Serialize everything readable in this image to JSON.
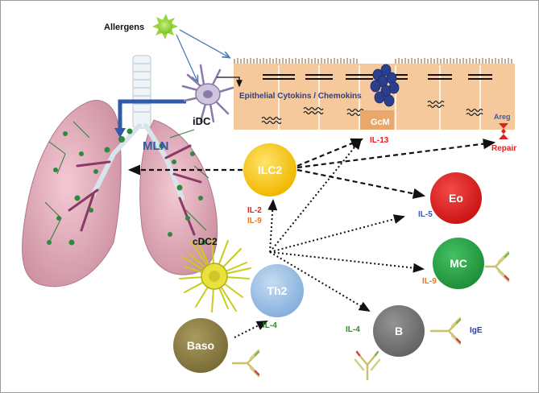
{
  "labels": {
    "allergens": "Allergens",
    "idc": "iDC",
    "mln": "MLN",
    "epithelial_cytokines": "Epithelial Cytokins / Chemokins",
    "gcm": "GcM",
    "areg": "Areg",
    "repair": "Repair",
    "cdc2": "cDC2"
  },
  "cells": {
    "ilc2": "ILC2",
    "th2": "Th2",
    "baso": "Baso",
    "eo": "Eo",
    "mc": "MC",
    "b": "B"
  },
  "cytokines": {
    "il13": "IL-13",
    "il2": "IL-2",
    "il9_ilc2": "IL-9",
    "il5": "IL-5",
    "il9_mc": "IL-9",
    "il4_th2": "IL-4",
    "il4_b": "IL-4",
    "ige": "IgE"
  },
  "colors": {
    "ilc2": "#f6c81b",
    "th2": "#9cc2e5",
    "baso": "#8c7e45",
    "eo": "#e02020",
    "mc": "#27a446",
    "b": "#7a7a7a",
    "epithelium": "#f5c99b",
    "il13": "#e02020",
    "il2": "#e02020",
    "il9": "#e07a1a",
    "il5": "#3a5aa8",
    "il4": "#2e8b2e",
    "ige": "#2b3f8f",
    "repair": "#e02020",
    "areg": "#3a5aa8"
  }
}
